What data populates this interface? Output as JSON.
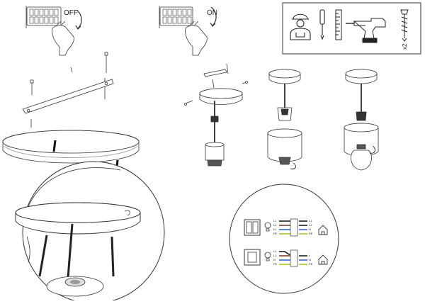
{
  "steps": {
    "power_off": {
      "label": "OFF"
    },
    "power_on": {
      "label": "ON"
    }
  },
  "tools": {
    "items": [
      "worker-with-helmet",
      "screwdriver",
      "ruler",
      "power-drill",
      "wall-plug-and-screw"
    ],
    "multiplier": "x2"
  },
  "wiring": {
    "diagram_1": {
      "terminals_left": [
        "L1",
        "L2",
        "N",
        "PE"
      ],
      "terminals_right": [
        "L1",
        "L2",
        "N",
        "PE"
      ]
    },
    "diagram_2": {
      "terminals_left": [
        "L1",
        "L2",
        "N",
        "PE"
      ],
      "terminals_right": [
        "L",
        "N",
        "PE"
      ]
    }
  },
  "colors": {
    "line": "#333333",
    "wire_black": "#111111",
    "wire_brown": "#6b3b1f",
    "wire_blue": "#2a5cc7",
    "wire_yellow_green": "#9cc31a"
  }
}
